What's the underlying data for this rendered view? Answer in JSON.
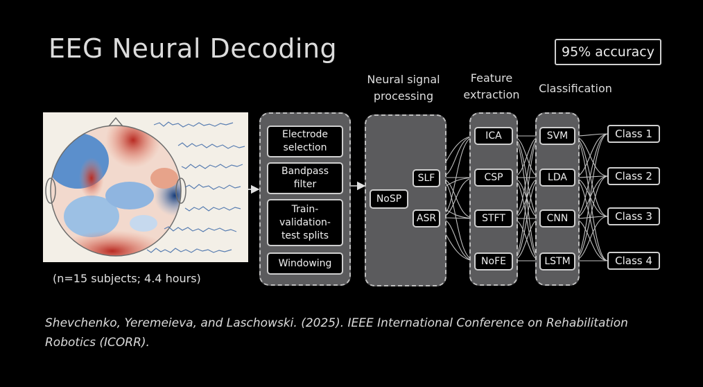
{
  "slide": {
    "title": "EEG Neural Decoding",
    "badge": "95% accuracy",
    "caption": "(n=15 subjects; 4.4 hours)",
    "citation_line1": "Shevchenko, Yeremeieva, and Laschowski. (2025). IEEE International Conference on Rehabilitation",
    "citation_line2": "Robotics (ICORR)."
  },
  "headers": {
    "nsp_1": "Neural signal",
    "nsp_2": "processing",
    "fe_1": "Feature",
    "fe_2": "extraction",
    "cls": "Classification"
  },
  "preprocessing": {
    "electrode_1": "Electrode",
    "electrode_2": "selection",
    "bandpass_1": "Bandpass",
    "bandpass_2": "filter",
    "split_1": "Train-",
    "split_2": "validation-",
    "split_3": "test splits",
    "windowing": "Windowing"
  },
  "nsp": {
    "nosp": "NoSP",
    "slf": "SLF",
    "asr": "ASR"
  },
  "features": {
    "ica": "ICA",
    "csp": "CSP",
    "stft": "STFT",
    "nofe": "NoFE"
  },
  "classifiers": {
    "svm": "SVM",
    "lda": "LDA",
    "cnn": "CNN",
    "lstm": "LSTM"
  },
  "classes": {
    "c1": "Class 1",
    "c2": "Class 2",
    "c3": "Class 3",
    "c4": "Class 4"
  },
  "colors": {
    "background": "#000000",
    "panel": "#5b5b5d",
    "line": "#d8d8d8",
    "heat_red": "#c8302a",
    "heat_blue": "#1f4f8f"
  }
}
